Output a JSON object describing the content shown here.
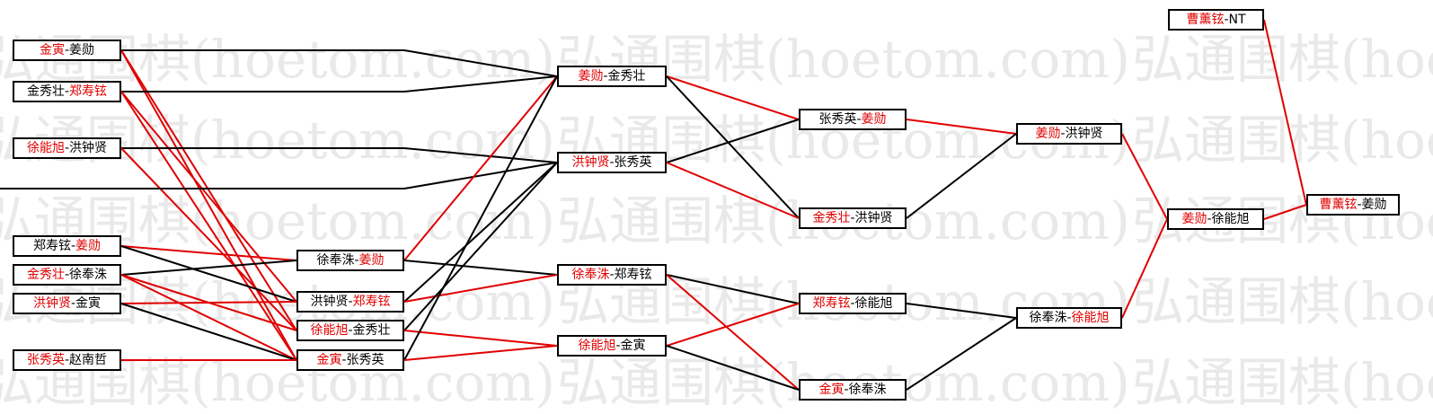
{
  "watermark": {
    "text": "弘通围棋(hoetom.com)"
  },
  "colors": {
    "winner": "#e00000",
    "line_red": "#e00000",
    "line_black": "#000000",
    "watermark": "#e9e9e9"
  },
  "matches": [
    {
      "id": "r1a",
      "p1": "金寅",
      "p2": "姜勋",
      "winner": 1
    },
    {
      "id": "r1b",
      "p1": "金秀壮",
      "p2": "郑寿铉",
      "winner": 2
    },
    {
      "id": "r1c",
      "p1": "徐能旭",
      "p2": "洪钟贤",
      "winner": 1
    },
    {
      "id": "r1d",
      "p1": "郑寿铉",
      "p2": "姜勋",
      "winner": 2
    },
    {
      "id": "r1e",
      "p1": "金秀壮",
      "p2": "徐奉洙",
      "winner": 1
    },
    {
      "id": "r1f",
      "p1": "洪钟贤",
      "p2": "金寅",
      "winner": 1
    },
    {
      "id": "r1g",
      "p1": "张秀英",
      "p2": "赵南哲",
      "winner": 1
    },
    {
      "id": "r2a",
      "p1": "徐奉洙",
      "p2": "姜勋",
      "winner": 2
    },
    {
      "id": "r2b",
      "p1": "洪钟贤",
      "p2": "郑寿铉",
      "winner": 2
    },
    {
      "id": "r2c",
      "p1": "徐能旭",
      "p2": "金秀壮",
      "winner": 1
    },
    {
      "id": "r2d",
      "p1": "金寅",
      "p2": "张秀英",
      "winner": 1
    },
    {
      "id": "r3a",
      "p1": "姜勋",
      "p2": "金秀壮",
      "winner": 1
    },
    {
      "id": "r3b",
      "p1": "洪钟贤",
      "p2": "张秀英",
      "winner": 1
    },
    {
      "id": "r3c",
      "p1": "徐奉洙",
      "p2": "郑寿铉",
      "winner": 1
    },
    {
      "id": "r3d",
      "p1": "徐能旭",
      "p2": "金寅",
      "winner": 1
    },
    {
      "id": "r4a",
      "p1": "张秀英",
      "p2": "姜勋",
      "winner": 2
    },
    {
      "id": "r4b",
      "p1": "金秀壮",
      "p2": "洪钟贤",
      "winner": 1
    },
    {
      "id": "r4c",
      "p1": "郑寿铉",
      "p2": "徐能旭",
      "winner": 1
    },
    {
      "id": "r4d",
      "p1": "金寅",
      "p2": "徐奉洙",
      "winner": 1
    },
    {
      "id": "r5a",
      "p1": "姜勋",
      "p2": "洪钟贤",
      "winner": 1
    },
    {
      "id": "r5b",
      "p1": "徐奉洙",
      "p2": "徐能旭",
      "winner": 2
    },
    {
      "id": "r6",
      "p1": "姜勋",
      "p2": "徐能旭",
      "winner": 1
    },
    {
      "id": "top",
      "p1": "曹薰铉",
      "p2": "NT",
      "winner": 1
    },
    {
      "id": "final",
      "p1": "曹薰铉",
      "p2": "姜勋",
      "winner": 1
    }
  ],
  "links": [
    {
      "from": "r1a",
      "to": "r3a",
      "color": "black"
    },
    {
      "from": "r1a",
      "to": "r2c",
      "color": "red"
    },
    {
      "from": "r1a",
      "to": "r2d",
      "color": "red"
    },
    {
      "from": "r1b",
      "to": "r3a",
      "color": "black"
    },
    {
      "from": "r1b",
      "to": "r2b",
      "color": "red"
    },
    {
      "from": "r1b",
      "to": "r2d",
      "color": "red"
    },
    {
      "from": "r1c",
      "to": "r3b",
      "color": "black"
    },
    {
      "from": "r1c",
      "to": "r2c",
      "color": "red"
    },
    {
      "from": "edge_left",
      "to": "r3b",
      "color": "black"
    },
    {
      "from": "r1d",
      "to": "r2a",
      "color": "red"
    },
    {
      "from": "r1d",
      "to": "r2b",
      "color": "black"
    },
    {
      "from": "r1e",
      "to": "r2a",
      "color": "black"
    },
    {
      "from": "r1e",
      "to": "r2c",
      "color": "red"
    },
    {
      "from": "r1e",
      "to": "r2d",
      "color": "red"
    },
    {
      "from": "r1f",
      "to": "r2b",
      "color": "red"
    },
    {
      "from": "r1f",
      "to": "r2d",
      "color": "black"
    },
    {
      "from": "r1g",
      "to": "r2d",
      "color": "red"
    },
    {
      "from": "r2a",
      "to": "r3a",
      "color": "red"
    },
    {
      "from": "r2a",
      "to": "r3c",
      "color": "black"
    },
    {
      "from": "r2b",
      "to": "r3b",
      "color": "black"
    },
    {
      "from": "r2b",
      "to": "r3c",
      "color": "red"
    },
    {
      "from": "r2c",
      "to": "r3b",
      "color": "black"
    },
    {
      "from": "r2c",
      "to": "r3d",
      "color": "red"
    },
    {
      "from": "r2d",
      "to": "r3a",
      "color": "black"
    },
    {
      "from": "r2d",
      "to": "r3d",
      "color": "red"
    },
    {
      "from": "r3a",
      "to": "r4a",
      "color": "red"
    },
    {
      "from": "r3a",
      "to": "r4b",
      "color": "black"
    },
    {
      "from": "r3b",
      "to": "r4a",
      "color": "black"
    },
    {
      "from": "r3b",
      "to": "r4b",
      "color": "red"
    },
    {
      "from": "r3c",
      "to": "r4c",
      "color": "black"
    },
    {
      "from": "r3c",
      "to": "r4d",
      "color": "red"
    },
    {
      "from": "r3d",
      "to": "r4c",
      "color": "red"
    },
    {
      "from": "r3d",
      "to": "r4d",
      "color": "black"
    },
    {
      "from": "r4a",
      "to": "r5a",
      "color": "red"
    },
    {
      "from": "r4b",
      "to": "r5a",
      "color": "black"
    },
    {
      "from": "r4c",
      "to": "r5b",
      "color": "black"
    },
    {
      "from": "r4d",
      "to": "r5b",
      "color": "black"
    },
    {
      "from": "r5a",
      "to": "r6",
      "color": "red"
    },
    {
      "from": "r5b",
      "to": "r6",
      "color": "red"
    },
    {
      "from": "r6",
      "to": "final",
      "color": "red"
    },
    {
      "from": "top",
      "to": "final",
      "color": "red"
    }
  ]
}
